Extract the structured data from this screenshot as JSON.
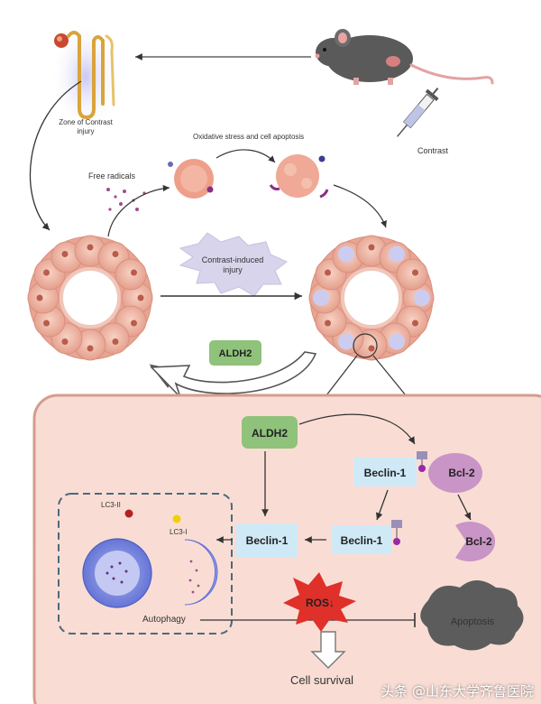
{
  "labels": {
    "zone": [
      "Zone of Contrast",
      "injury"
    ],
    "contrast": "Contrast",
    "free_radicals": "Free radicals",
    "oxidative": "Oxidative stress and cell apoptosis",
    "injury": [
      "Contrast-induced",
      "injury"
    ],
    "aldh2_top": "ALDH2",
    "aldh2_inner": "ALDH2",
    "beclin_bcl_complex": "Beclin-1",
    "bcl2_bound": "Bcl-2",
    "beclin_bound": "Beclin-1",
    "bcl2_free": "Bcl-2",
    "beclin_free": "Beclin-1",
    "lc3_2": "LC3-II",
    "lc3_1": "LC3-I",
    "autophagy": "Autophagy",
    "ros": "ROS↓",
    "apoptosis": "Apoptosis",
    "cell_survival": "Cell survival"
  },
  "watermark": "头条 @山东大学齐鲁医院",
  "colors": {
    "cell_pink": "#f3c3b2",
    "cell_border": "#d98f80",
    "lumen": "#ffffff",
    "green_box": "#8fc27a",
    "beclin_box": "#cfe9f6",
    "bcl2_fill": "#c994c6",
    "ros_red": "#e0302a",
    "cell_panel_fill": "#f9ddd5",
    "cell_panel_border": "#d59c8e",
    "star_fill": "#d8d4ec",
    "cloud_gray": "#5c5c5c"
  }
}
